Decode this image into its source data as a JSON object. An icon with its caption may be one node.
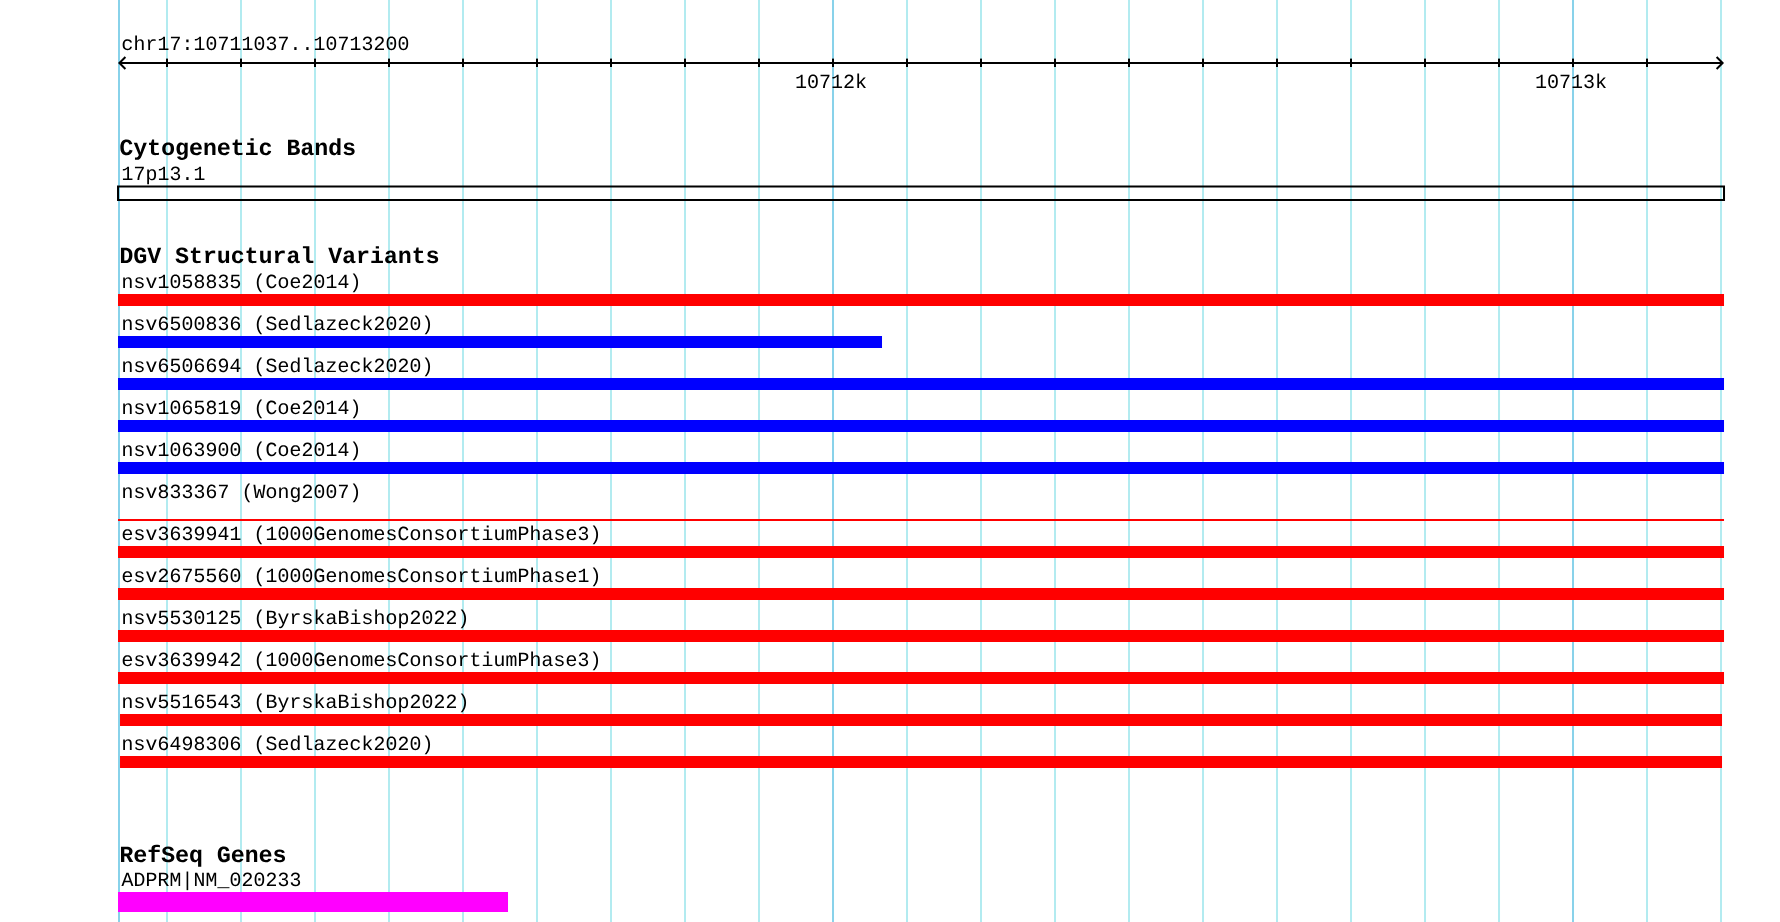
{
  "diagram": {
    "nodes": [
      {
        "text": [
          "17p13.1"
        ]
      },
      {
        "text": [
          "nsv1058835 (Coe2014)"
        ]
      },
      {
        "text": [
          "nsv6500836 (Sedlazeck2020)"
        ]
      },
      {
        "text": [
          "nsv6506694 (Sedlazeck2020)"
        ]
      },
      {
        "text": [
          "nsv1065819 (Coe2014)"
        ]
      },
      {
        "text": [
          "nsv1063900 (Coe2014)"
        ]
      },
      {
        "text": [
          "nsv833367 (Wong2007)"
        ]
      },
      {
        "text": [
          "esv3639941 (1000GenomesConsortiumPhase3)"
        ]
      },
      {
        "text": [
          "esv2675560 (1000GenomesConsortiumPhase1)"
        ]
      },
      {
        "text": [
          "nsv5530125 (ByrskaBishop2022)"
        ]
      },
      {
        "text": [
          "esv3639942 (1000GenomesConsortiumPhase3)"
        ]
      },
      {
        "text": [
          "nsv5516543 (ByrskaBishop2022)"
        ]
      },
      {
        "text": [
          "nsv6498306 (Sedlazeck2020)"
        ]
      },
      {
        "text": [
          "ADPRM|NM_020233"
        ]
      }
    ],
    "labels": [
      "chr17:10711037..10713200",
      "10712k",
      "10713k",
      "Cytogenetic Bands",
      "DGV Structural Variants",
      "RefSeq Genes"
    ]
  }
}
